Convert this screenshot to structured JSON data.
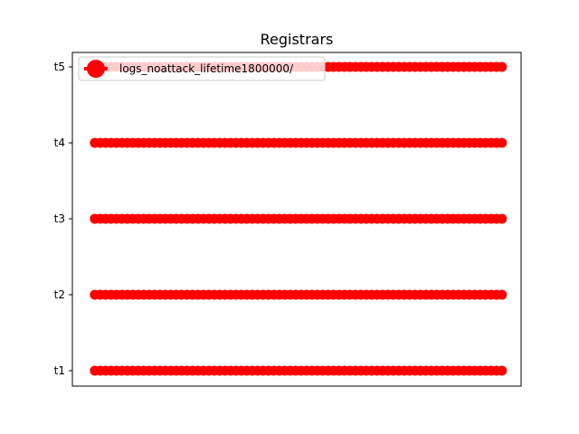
{
  "chart_data": {
    "type": "line",
    "title": "Registrars",
    "xlabel": "",
    "ylabel": "",
    "categories": [
      "t1",
      "t2",
      "t3",
      "t4",
      "t5"
    ],
    "x_ticks_visible": false,
    "grid": false,
    "legend_placement": "top-left",
    "series": [
      {
        "name": "logs_noattack_lifetime1800000/",
        "color": "#ff0000",
        "marker": "circle",
        "segments": [
          {
            "category": "t1",
            "x_start": 0.05,
            "x_end": 0.96
          },
          {
            "category": "t2",
            "x_start": 0.05,
            "x_end": 0.96
          },
          {
            "category": "t3",
            "x_start": 0.05,
            "x_end": 0.96
          },
          {
            "category": "t4",
            "x_start": 0.05,
            "x_end": 0.96
          },
          {
            "category": "t5",
            "x_start": 0.05,
            "x_end": 0.96
          }
        ]
      }
    ]
  }
}
